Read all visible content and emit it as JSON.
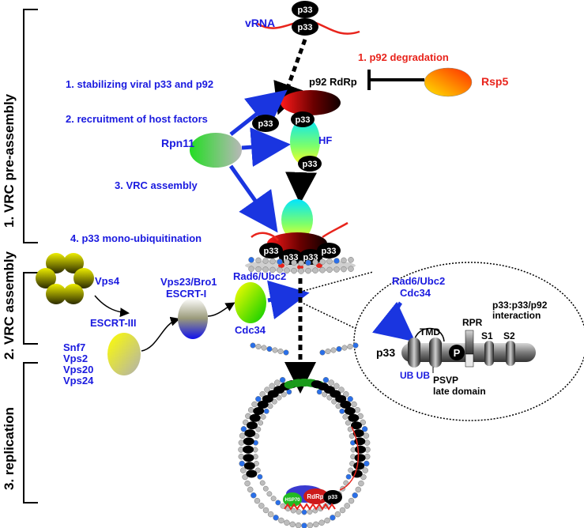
{
  "stages": {
    "stage1": "1. VRC pre-assembly",
    "stage2": "2. VRC assembly",
    "stage3": "3. replication"
  },
  "labels": {
    "vrna": "vRNA",
    "p33": "p33",
    "p92_degradation": "1. p92 degradation",
    "rsp5": "Rsp5",
    "p92_rdrp": "p92 RdRp",
    "stabilizing": "1. stabilizing viral p33 and p92",
    "recruitment": "2. recruitment of host factors",
    "rpn11": "Rpn11",
    "hf": "HF",
    "vrc_assembly": "3. VRC assembly",
    "mono_ubiq": "4. p33 mono-ubiquitination",
    "vps4": "Vps4",
    "escrt3": "ESCRT-III",
    "vps23_bro1": "Vps23/Bro1",
    "escrt1": "ESCRT-I",
    "rad6_ubc2": "Rad6/Ubc2",
    "cdc34": "Cdc34",
    "snf7": "Snf7",
    "vps2": "Vps2",
    "vps20": "Vps20",
    "vps24": "Vps24",
    "hsp": "HSP70",
    "rdrp": "RdRp"
  },
  "inset": {
    "rad6": "Rad6/Ubc2",
    "cdc34": "Cdc34",
    "tmd": "TMD",
    "rpr": "RPR",
    "p33": "p33",
    "interaction1": "p33:p33/p92",
    "interaction2": "interaction",
    "s1": "S1",
    "s2": "S2",
    "p": "P",
    "ub": "UB UB",
    "psvp": "PSVP",
    "late_domain": "late domain"
  },
  "colors": {
    "blue_text": "#1a1adf",
    "red_text": "#e8241c",
    "arrow_blue": "#1a35e0"
  }
}
